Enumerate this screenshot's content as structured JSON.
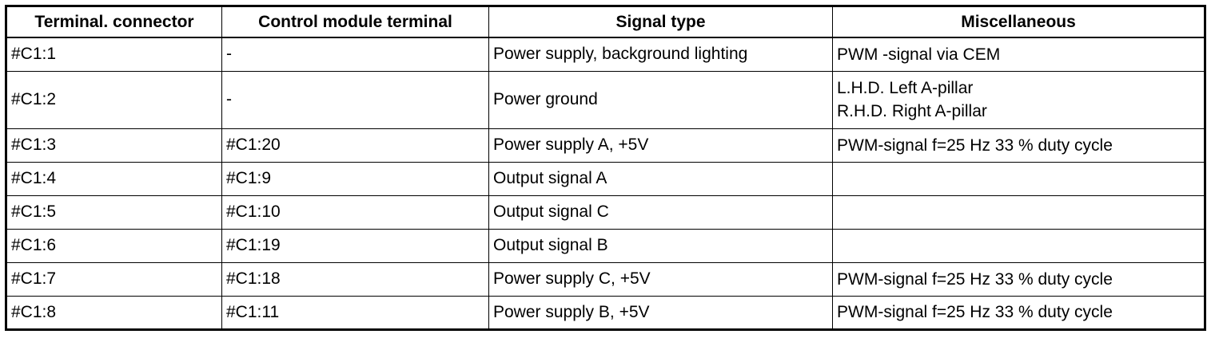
{
  "table": {
    "headers": [
      "Terminal. connector",
      "Control module terminal",
      "Signal type",
      "Miscellaneous"
    ],
    "rows": [
      {
        "terminal": "#C1:1",
        "control": "-",
        "signal": "Power supply, background lighting",
        "misc": [
          "PWM -signal via CEM"
        ]
      },
      {
        "terminal": "#C1:2",
        "control": "-",
        "signal": "Power ground",
        "misc": [
          "L.H.D. Left A-pillar",
          "R.H.D. Right A-pillar"
        ]
      },
      {
        "terminal": "#C1:3",
        "control": "#C1:20",
        "signal": "Power supply A, +5V",
        "misc": [
          "PWM-signal f=25 Hz 33 % duty cycle"
        ]
      },
      {
        "terminal": "#C1:4",
        "control": "#C1:9",
        "signal": "Output signal A",
        "misc": [
          ""
        ]
      },
      {
        "terminal": "#C1:5",
        "control": "#C1:10",
        "signal": "Output signal C",
        "misc": [
          ""
        ]
      },
      {
        "terminal": "#C1:6",
        "control": "#C1:19",
        "signal": "Output signal B",
        "misc": [
          ""
        ]
      },
      {
        "terminal": "#C1:7",
        "control": "#C1:18",
        "signal": "Power supply C, +5V",
        "misc": [
          "PWM-signal f=25 Hz 33 % duty cycle"
        ]
      },
      {
        "terminal": "#C1:8",
        "control": "#C1:11",
        "signal": "Power supply B, +5V",
        "misc": [
          "PWM-signal f=25 Hz 33 % duty cycle"
        ]
      }
    ]
  }
}
